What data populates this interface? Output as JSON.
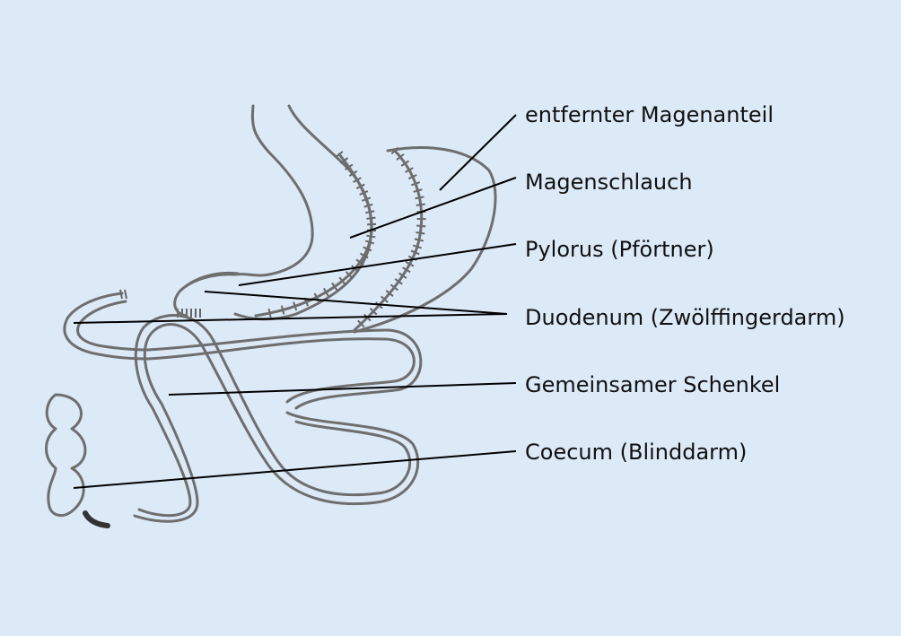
{
  "labels": {
    "removed_stomach": "entfernter Magenanteil",
    "gastric_sleeve": "Magenschlauch",
    "pylorus": "Pylorus (Pförtner)",
    "duodenum": "Duodenum (Zwölffingerdarm)",
    "common_limb": "Gemeinsamer Schenkel",
    "cecum": "Coecum (Blinddarm)"
  },
  "colors": {
    "background": "#dce9f7",
    "organ_outline": "#6e6e6e",
    "leader_line": "#000000",
    "text": "#111111"
  }
}
